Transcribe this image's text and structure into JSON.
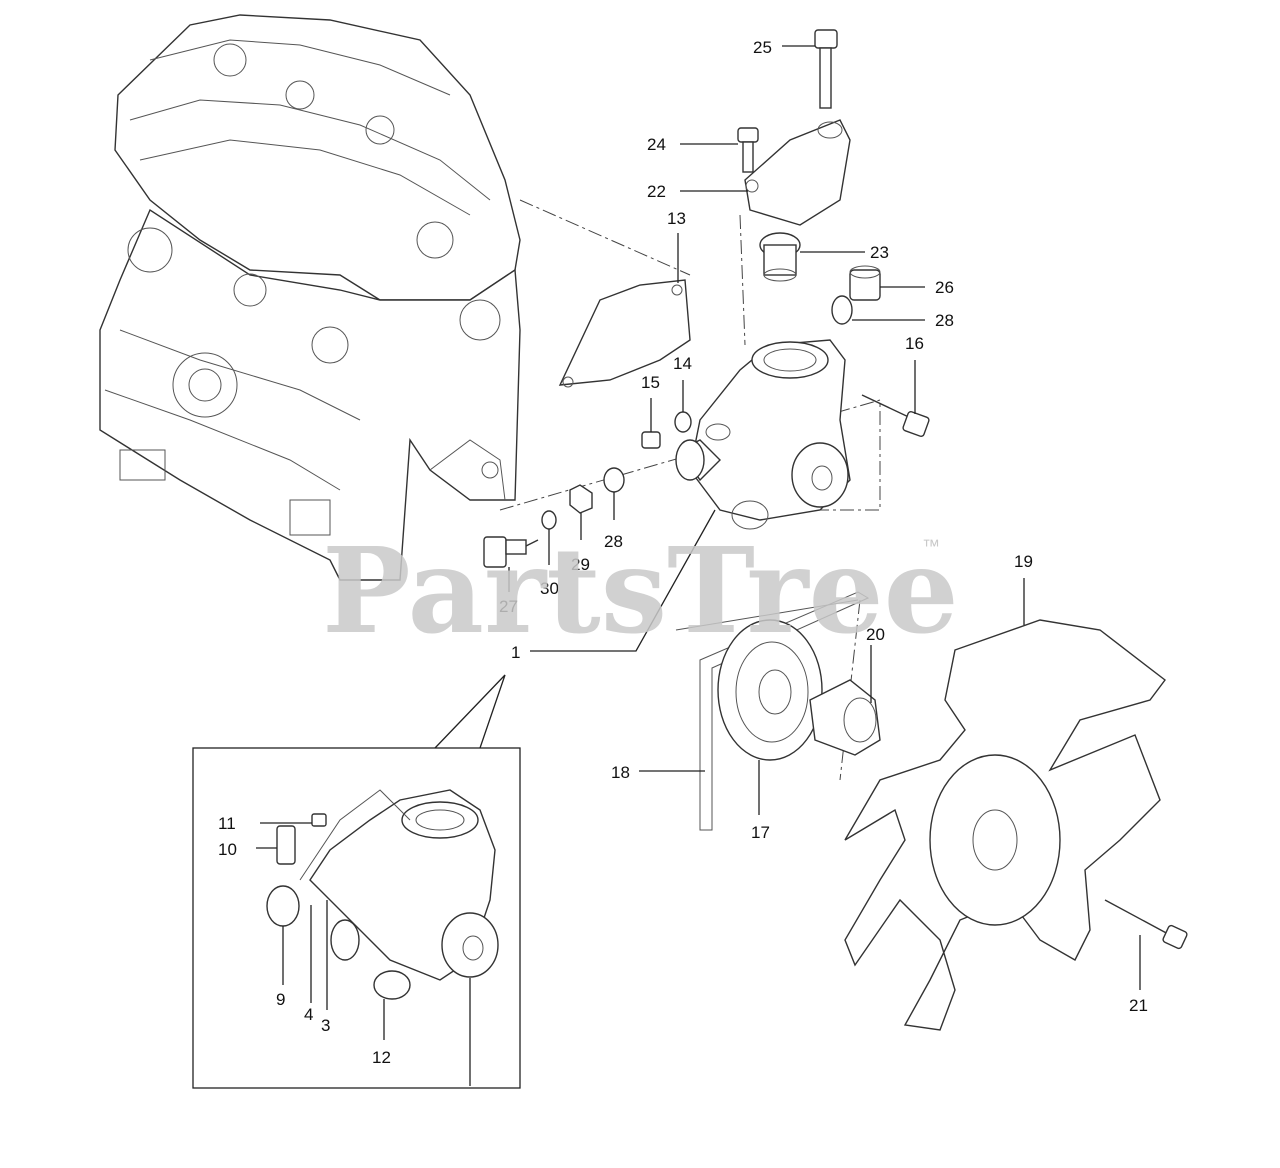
{
  "diagram": {
    "watermark": "PartsTree",
    "trademark": "™",
    "callouts": [
      "25",
      "24",
      "22",
      "13",
      "23",
      "26",
      "28",
      "16",
      "14",
      "15",
      "28",
      "29",
      "30",
      "27",
      "1",
      "19",
      "20",
      "18",
      "17",
      "11",
      "10",
      "9",
      "4",
      "3",
      "12",
      "21"
    ]
  }
}
